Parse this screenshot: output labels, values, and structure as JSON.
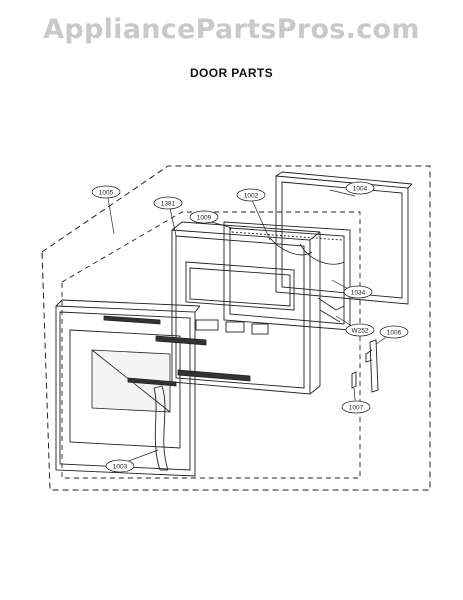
{
  "header": {
    "watermark": "AppliancePartsPros.com",
    "title": "DOOR PARTS"
  },
  "diagram": {
    "callouts": [
      {
        "label": "1005"
      },
      {
        "label": "1381"
      },
      {
        "label": "1009"
      },
      {
        "label": "1002"
      },
      {
        "label": "1004"
      },
      {
        "label": "1034"
      },
      {
        "label": "W252"
      },
      {
        "label": "1006"
      },
      {
        "label": "1007"
      },
      {
        "label": "1003"
      }
    ]
  }
}
